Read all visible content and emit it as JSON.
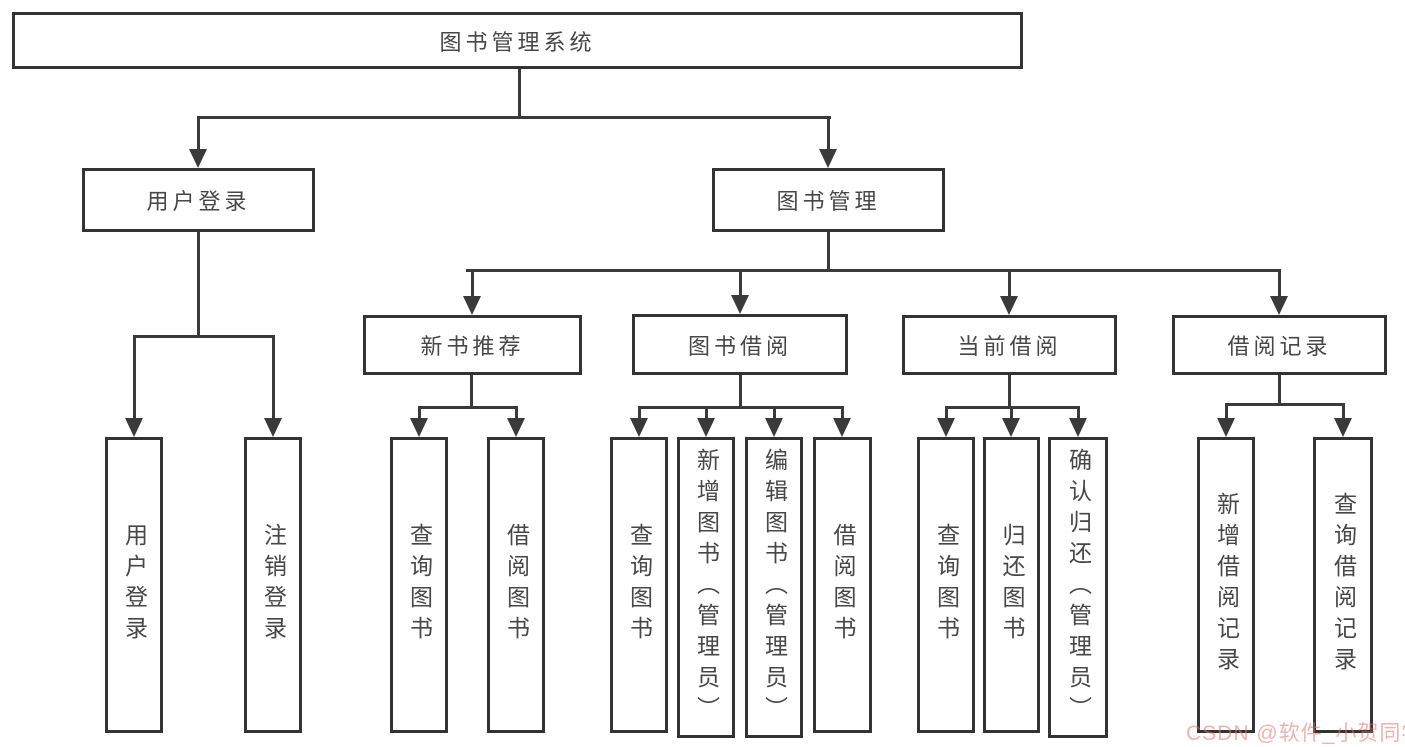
{
  "tree": {
    "root": {
      "label": "图书管理系统"
    },
    "branches": [
      {
        "label": "用户登录",
        "leaves": [
          {
            "label": "用户登录"
          },
          {
            "label": "注销登录"
          }
        ]
      },
      {
        "label": "图书管理",
        "groups": [
          {
            "label": "新书推荐",
            "leaves": [
              {
                "label": "查询图书"
              },
              {
                "label": "借阅图书"
              }
            ]
          },
          {
            "label": "图书借阅",
            "leaves": [
              {
                "label": "查询图书"
              },
              {
                "label": "新增图书（管理员）"
              },
              {
                "label": "编辑图书（管理员）"
              },
              {
                "label": "借阅图书"
              }
            ]
          },
          {
            "label": "当前借阅",
            "leaves": [
              {
                "label": "查询图书"
              },
              {
                "label": "归还图书"
              },
              {
                "label": "确认归还（管理员）"
              }
            ]
          },
          {
            "label": "借阅记录",
            "leaves": [
              {
                "label": "新增借阅记录"
              },
              {
                "label": "查询借阅记录"
              }
            ]
          }
        ]
      }
    ]
  },
  "icons": {
    "connector_arrow": "arrow-down-solid-triangle"
  },
  "colors": {
    "background": "#ffffff",
    "box_border": "#333333",
    "connector_line": "#3a3a3a",
    "text": "#474747",
    "watermark": "#e5736c"
  },
  "watermark": {
    "text": "CSDN @软件_小贺同学"
  }
}
